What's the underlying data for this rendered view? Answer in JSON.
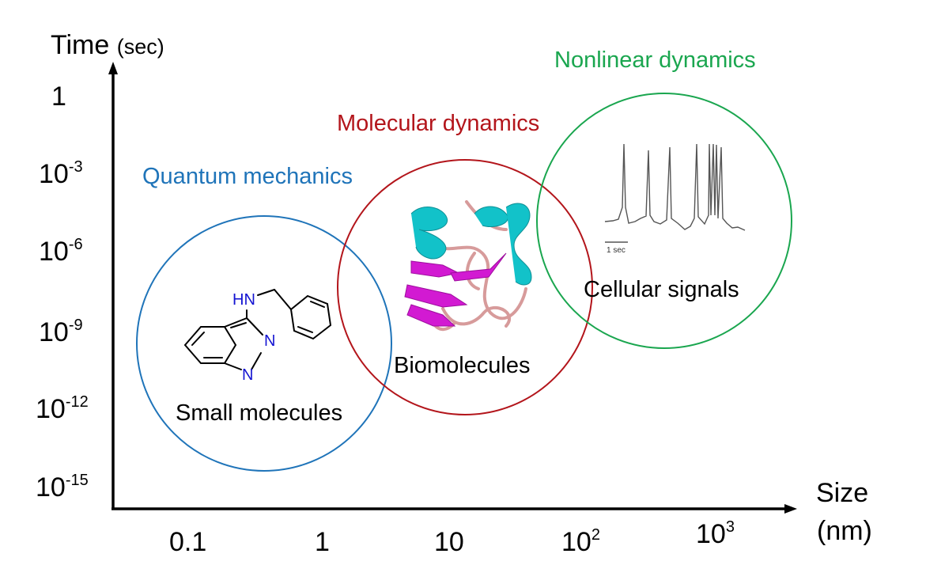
{
  "axes": {
    "y_title": "Time",
    "y_unit": "(sec)",
    "x_title": "Size",
    "x_unit": "(nm)",
    "y_ticks": [
      {
        "base": "1",
        "exp": ""
      },
      {
        "base": "10",
        "exp": "-3"
      },
      {
        "base": "10",
        "exp": "-6"
      },
      {
        "base": "10",
        "exp": "-9"
      },
      {
        "base": "10",
        "exp": "-12"
      },
      {
        "base": "10",
        "exp": "-15"
      }
    ],
    "x_ticks": [
      {
        "base": "0.1",
        "exp": ""
      },
      {
        "base": "1",
        "exp": ""
      },
      {
        "base": "10",
        "exp": ""
      },
      {
        "base": "10",
        "exp": "2"
      },
      {
        "base": "10",
        "exp": "3"
      }
    ]
  },
  "regions": {
    "quantum": {
      "label": "Quantum mechanics",
      "item": "Small molecules",
      "color": "#1f74b9"
    },
    "molecular": {
      "label": "Molecular dynamics",
      "item": "Biomolecules",
      "color": "#b3151b"
    },
    "nonlinear": {
      "label": "Nonlinear dynamics",
      "item": "Cellular signals",
      "color": "#1aa64f"
    }
  },
  "molecule": {
    "atom_hn": "HN",
    "atom_n1": "N",
    "atom_n2": "N",
    "atom_color": "#1414d2"
  },
  "trace": {
    "scale_label": "1 sec"
  },
  "protein_colors": {
    "helix": "#12c2c9",
    "sheet": "#d21ad2",
    "coil": "#d79b9b"
  }
}
